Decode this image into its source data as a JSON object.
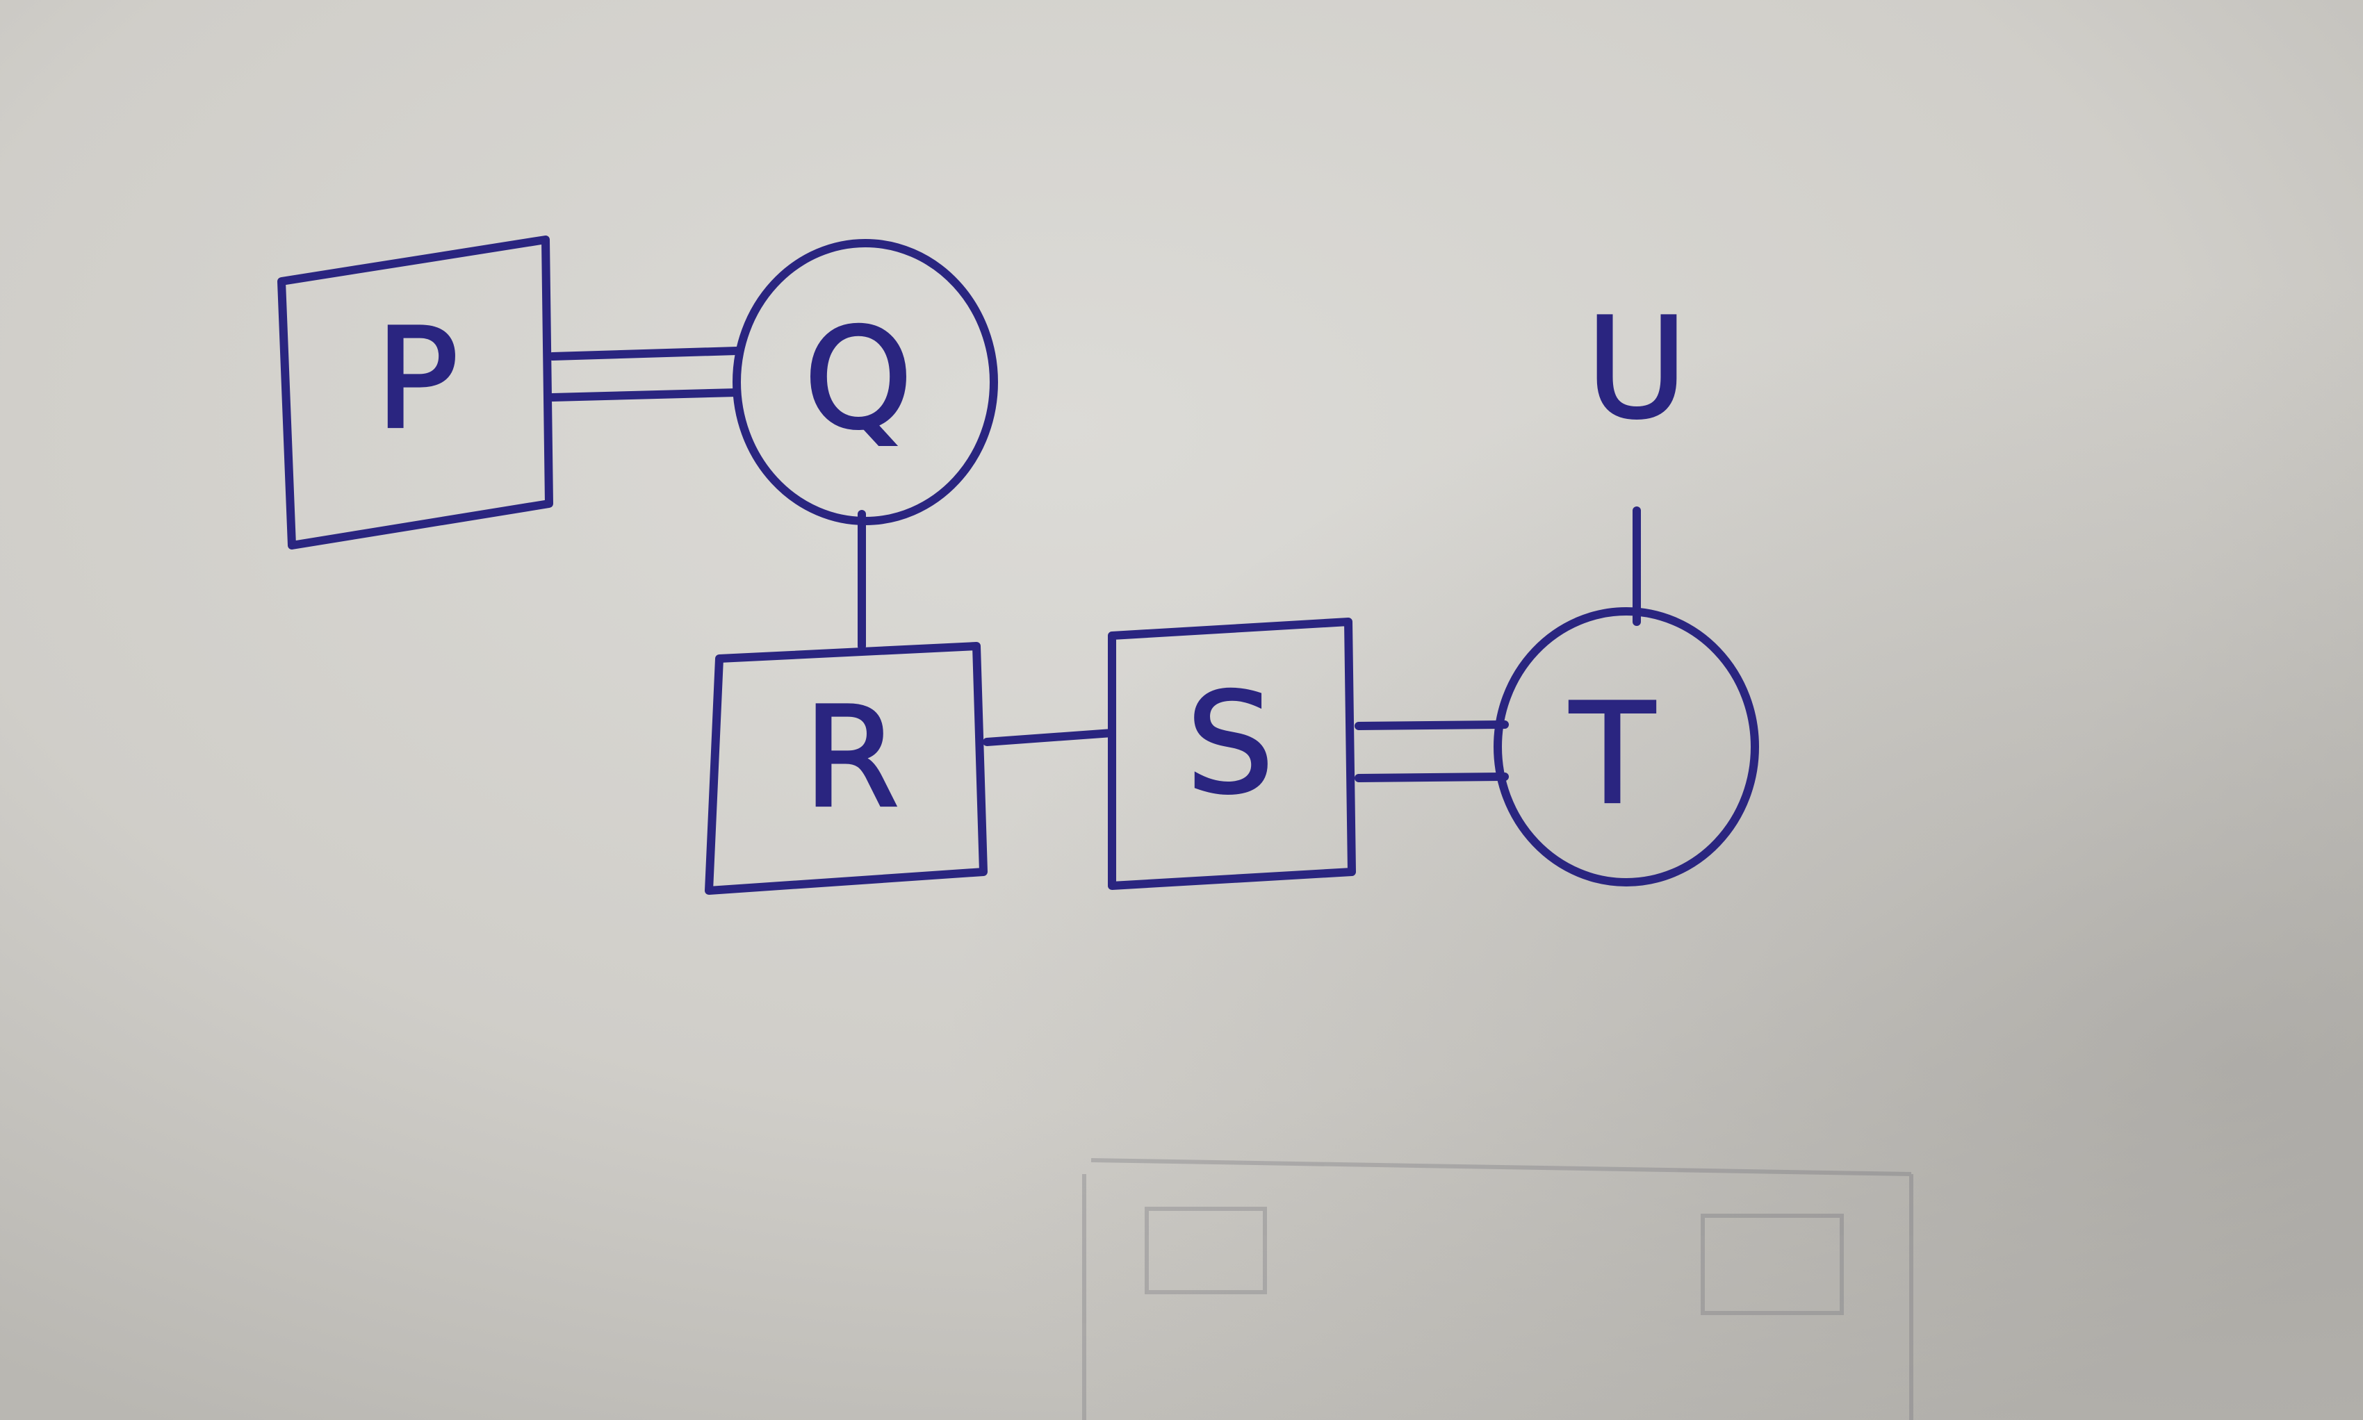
{
  "diagram": {
    "ink_color": "#2a2580",
    "paper_color": "#cfcdc8",
    "nodes": [
      {
        "id": "P",
        "label": "P",
        "shape": "square"
      },
      {
        "id": "Q",
        "label": "Q",
        "shape": "circle"
      },
      {
        "id": "R",
        "label": "R",
        "shape": "square"
      },
      {
        "id": "S",
        "label": "S",
        "shape": "square"
      },
      {
        "id": "T",
        "label": "T",
        "shape": "circle"
      },
      {
        "id": "U",
        "label": "U",
        "shape": "text"
      }
    ],
    "edges": [
      {
        "from": "P",
        "to": "Q",
        "type": "double"
      },
      {
        "from": "Q",
        "to": "R",
        "type": "single"
      },
      {
        "from": "R",
        "to": "S",
        "type": "single"
      },
      {
        "from": "S",
        "to": "T",
        "type": "double"
      },
      {
        "from": "T",
        "to": "U",
        "type": "single"
      }
    ]
  }
}
